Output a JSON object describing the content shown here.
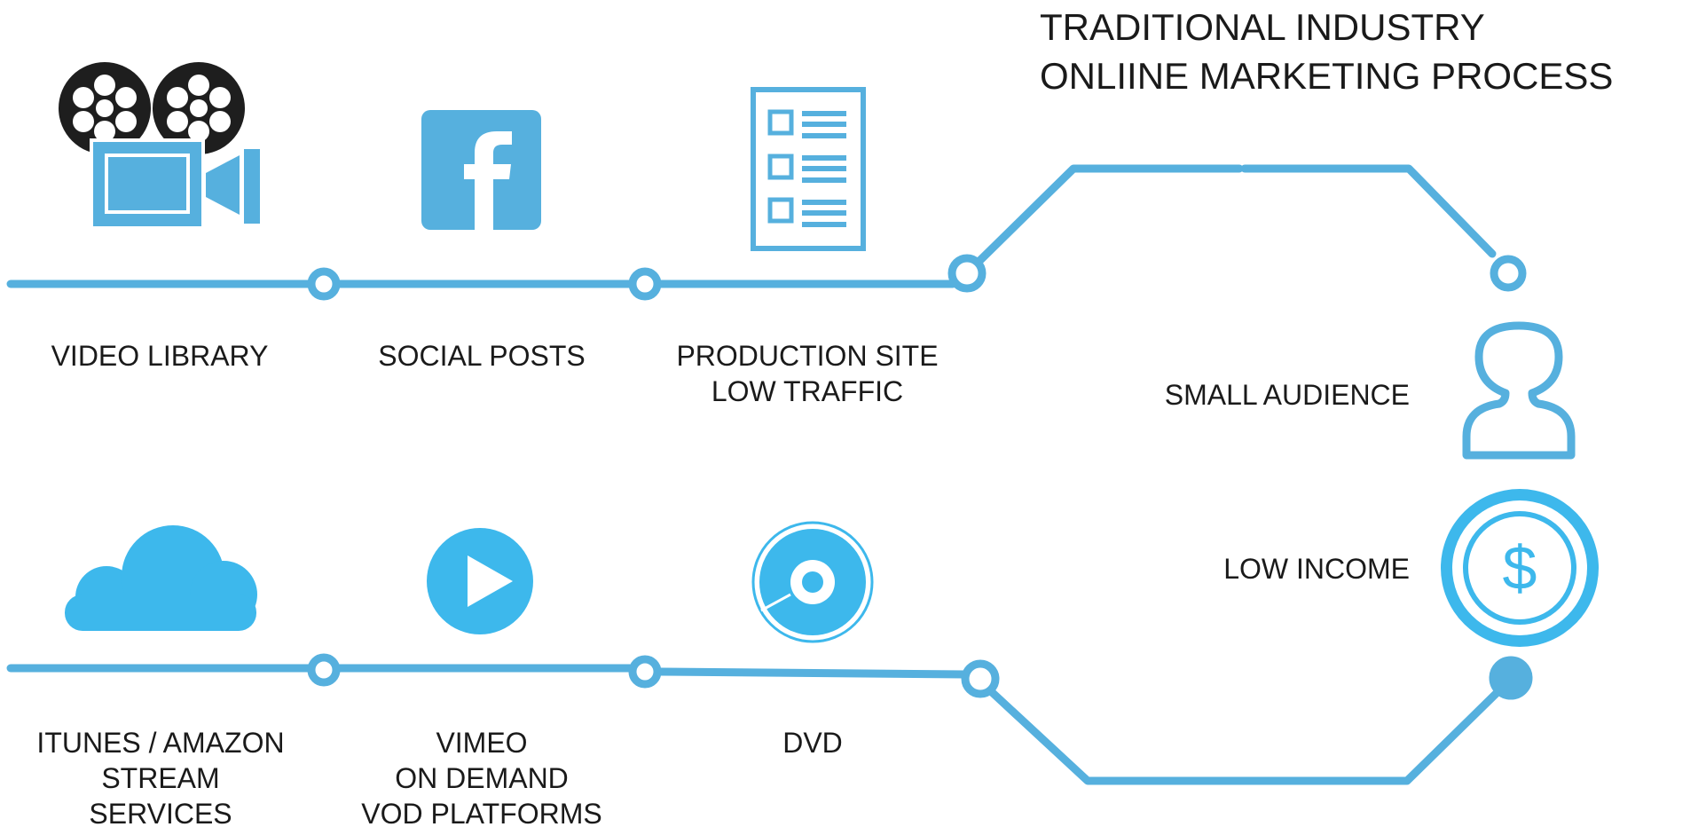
{
  "title": {
    "line1": "TRADITIONAL INDUSTRY",
    "line2": "ONLIINE MARKETING PROCESS"
  },
  "colors": {
    "line": "#56B0DE",
    "icon": "#56B0DE",
    "icon_bright": "#3DB8EC",
    "projector": "#1E1E1E",
    "text": "#1A1A1A"
  },
  "top_row": {
    "video_library": {
      "icon": "film-projector-icon",
      "label": "VIDEO LIBRARY"
    },
    "social_posts": {
      "icon": "facebook-icon",
      "label": "SOCIAL POSTS"
    },
    "production_site": {
      "icon": "document-checklist-icon",
      "label_line1": "PRODUCTION SITE",
      "label_line2": "LOW TRAFFIC"
    }
  },
  "right_column": {
    "small_audience": {
      "icon": "user-icon",
      "label": "SMALL AUDIENCE"
    },
    "low_income": {
      "icon": "dollar-coin-icon",
      "label": "LOW INCOME",
      "symbol": "$"
    }
  },
  "bottom_row": {
    "itunes_amazon": {
      "icon": "cloud-icon",
      "label_line1": "ITUNES / AMAZON",
      "label_line2": "STREAM",
      "label_line3": "SERVICES"
    },
    "vimeo": {
      "icon": "play-icon",
      "label_line1": "VIMEO",
      "label_line2": "ON DEMAND",
      "label_line3": "VOD PLATFORMS"
    },
    "dvd": {
      "icon": "disc-icon",
      "label": "DVD"
    }
  }
}
